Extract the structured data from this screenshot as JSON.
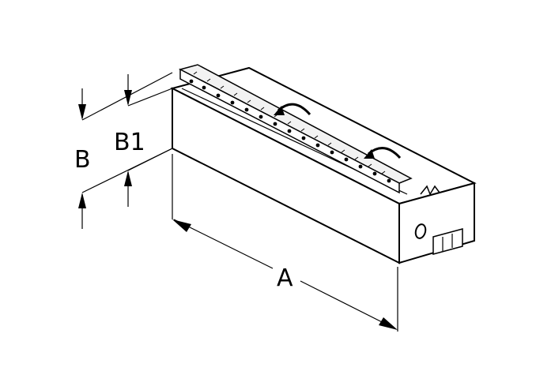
{
  "dimensions": {
    "length_label": "A",
    "height_label": "B",
    "top_height_label": "B1"
  },
  "colors": {
    "line": "#000000",
    "body_fill": "#ffffff",
    "shadow": "#d9d9d9"
  }
}
